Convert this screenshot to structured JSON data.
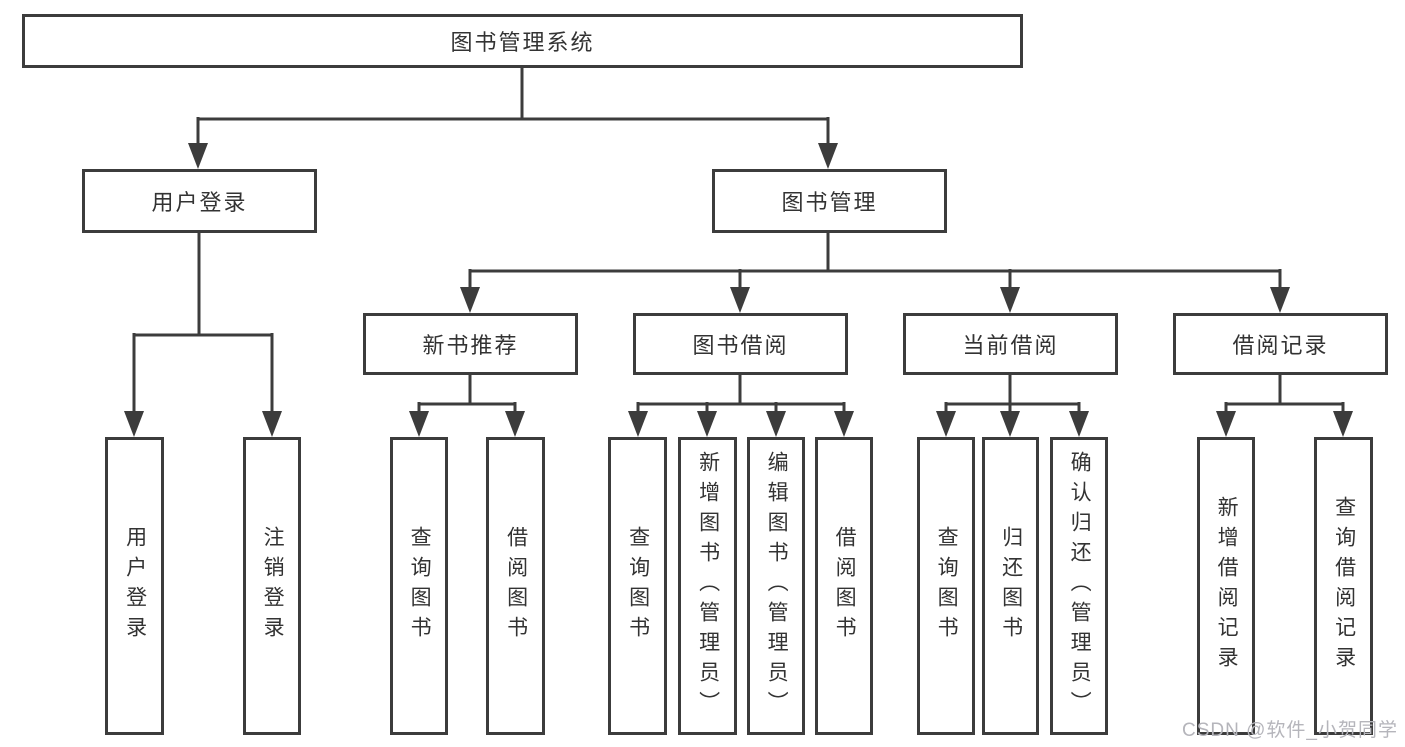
{
  "root": {
    "label": "图书管理系统"
  },
  "level2": {
    "user_login": {
      "label": "用户登录"
    },
    "book_management": {
      "label": "图书管理"
    }
  },
  "level3": {
    "new_book_recommendation": {
      "label": "新书推荐"
    },
    "book_borrowing": {
      "label": "图书借阅"
    },
    "current_borrowing": {
      "label": "当前借阅"
    },
    "borrowing_records": {
      "label": "借阅记录"
    }
  },
  "leaves": {
    "user_login": [
      {
        "label": "用户登录"
      },
      {
        "label": "注销登录"
      }
    ],
    "new_book_recommendation": [
      {
        "label": "查询图书"
      },
      {
        "label": "借阅图书"
      }
    ],
    "book_borrowing": [
      {
        "label": "查询图书"
      },
      {
        "label": "新增图书（管理员）"
      },
      {
        "label": "编辑图书（管理员）"
      },
      {
        "label": "借阅图书"
      }
    ],
    "current_borrowing": [
      {
        "label": "查询图书"
      },
      {
        "label": "归还图书"
      },
      {
        "label": "确认归还（管理员）"
      }
    ],
    "borrowing_records": [
      {
        "label": "新增借阅记录"
      },
      {
        "label": "查询借阅记录"
      }
    ]
  },
  "watermark": {
    "text": "CSDN @软件_小贺同学"
  },
  "colors": {
    "line": "#3c3c3c",
    "box_border": "#3c3c3c",
    "text": "#333333",
    "background": "#ffffff",
    "watermark": "#b5b5bb"
  }
}
